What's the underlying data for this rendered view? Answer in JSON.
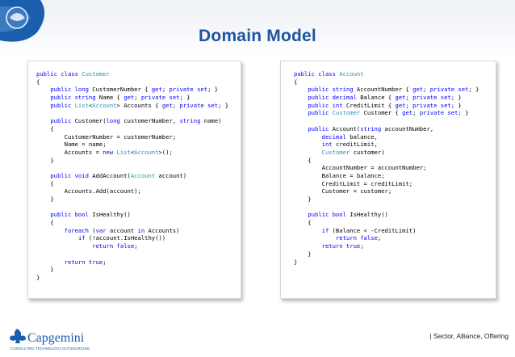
{
  "slide": {
    "title": "Domain Model",
    "footer_text": "| Sector, Alliance, Offering",
    "logo_text": "Capgemini",
    "logo_tagline": "CONSULTING.TECHNOLOGY.OUTSOURCING"
  },
  "colors": {
    "title": "#1f55a5",
    "keyword": "#0000ff",
    "type": "#2b91af",
    "logo_blue": "#1a5fae"
  },
  "customer_code": [
    [
      [
        "kw",
        "public class "
      ],
      [
        "ty",
        "Customer"
      ]
    ],
    [
      [
        "tx",
        "{"
      ]
    ],
    [
      [
        "tx",
        "    "
      ],
      [
        "kw",
        "public long "
      ],
      [
        "tx",
        "CustomerNumber { "
      ],
      [
        "kw",
        "get"
      ],
      [
        "tx",
        "; "
      ],
      [
        "kw",
        "private set"
      ],
      [
        "tx",
        "; }"
      ]
    ],
    [
      [
        "tx",
        "    "
      ],
      [
        "kw",
        "public string "
      ],
      [
        "tx",
        "Name { "
      ],
      [
        "kw",
        "get"
      ],
      [
        "tx",
        "; "
      ],
      [
        "kw",
        "private set"
      ],
      [
        "tx",
        "; }"
      ]
    ],
    [
      [
        "tx",
        "    "
      ],
      [
        "kw",
        "public "
      ],
      [
        "ty",
        "List"
      ],
      [
        "tx",
        "<"
      ],
      [
        "ty",
        "Account"
      ],
      [
        "tx",
        "> Accounts { "
      ],
      [
        "kw",
        "get"
      ],
      [
        "tx",
        "; "
      ],
      [
        "kw",
        "private set"
      ],
      [
        "tx",
        "; }"
      ]
    ],
    [
      [
        "tx",
        ""
      ]
    ],
    [
      [
        "tx",
        "    "
      ],
      [
        "kw",
        "public "
      ],
      [
        "tx",
        "Customer("
      ],
      [
        "kw",
        "long "
      ],
      [
        "tx",
        "customerNumber, "
      ],
      [
        "kw",
        "string "
      ],
      [
        "tx",
        "name)"
      ]
    ],
    [
      [
        "tx",
        "    {"
      ]
    ],
    [
      [
        "tx",
        "        CustomerNumber = customerNumber;"
      ]
    ],
    [
      [
        "tx",
        "        Name = name;"
      ]
    ],
    [
      [
        "tx",
        "        Accounts = "
      ],
      [
        "kw",
        "new "
      ],
      [
        "ty",
        "List"
      ],
      [
        "tx",
        "<"
      ],
      [
        "ty",
        "Account"
      ],
      [
        "tx",
        ">();"
      ]
    ],
    [
      [
        "tx",
        "    }"
      ]
    ],
    [
      [
        "tx",
        ""
      ]
    ],
    [
      [
        "tx",
        "    "
      ],
      [
        "kw",
        "public void "
      ],
      [
        "tx",
        "AddAccount("
      ],
      [
        "ty",
        "Account "
      ],
      [
        "tx",
        "account)"
      ]
    ],
    [
      [
        "tx",
        "    {"
      ]
    ],
    [
      [
        "tx",
        "        Accounts.Add(account);"
      ]
    ],
    [
      [
        "tx",
        "    }"
      ]
    ],
    [
      [
        "tx",
        ""
      ]
    ],
    [
      [
        "tx",
        "    "
      ],
      [
        "kw",
        "public bool "
      ],
      [
        "tx",
        "IsHealthy()"
      ]
    ],
    [
      [
        "tx",
        "    {"
      ]
    ],
    [
      [
        "tx",
        "        "
      ],
      [
        "kw",
        "foreach "
      ],
      [
        "tx",
        "("
      ],
      [
        "kw",
        "var "
      ],
      [
        "tx",
        "account "
      ],
      [
        "kw",
        "in "
      ],
      [
        "tx",
        "Accounts)"
      ]
    ],
    [
      [
        "tx",
        "            "
      ],
      [
        "kw",
        "if "
      ],
      [
        "tx",
        "(!account.IsHealthy())"
      ]
    ],
    [
      [
        "tx",
        "                "
      ],
      [
        "kw",
        "return false"
      ],
      [
        "tx",
        ";"
      ]
    ],
    [
      [
        "tx",
        ""
      ]
    ],
    [
      [
        "tx",
        "        "
      ],
      [
        "kw",
        "return true"
      ],
      [
        "tx",
        ";"
      ]
    ],
    [
      [
        "tx",
        "    }"
      ]
    ],
    [
      [
        "tx",
        "}"
      ]
    ]
  ],
  "account_code": [
    [
      [
        "kw",
        "public class "
      ],
      [
        "ty",
        "Account"
      ]
    ],
    [
      [
        "tx",
        "{"
      ]
    ],
    [
      [
        "tx",
        "    "
      ],
      [
        "kw",
        "public string "
      ],
      [
        "tx",
        "AccountNumber { "
      ],
      [
        "kw",
        "get"
      ],
      [
        "tx",
        "; "
      ],
      [
        "kw",
        "private set"
      ],
      [
        "tx",
        "; }"
      ]
    ],
    [
      [
        "tx",
        "    "
      ],
      [
        "kw",
        "public decimal "
      ],
      [
        "tx",
        "Balance { "
      ],
      [
        "kw",
        "get"
      ],
      [
        "tx",
        "; "
      ],
      [
        "kw",
        "private set"
      ],
      [
        "tx",
        "; }"
      ]
    ],
    [
      [
        "tx",
        "    "
      ],
      [
        "kw",
        "public int "
      ],
      [
        "tx",
        "CreditLimit { "
      ],
      [
        "kw",
        "get"
      ],
      [
        "tx",
        "; "
      ],
      [
        "kw",
        "private set"
      ],
      [
        "tx",
        "; }"
      ]
    ],
    [
      [
        "tx",
        "    "
      ],
      [
        "kw",
        "public "
      ],
      [
        "ty",
        "Customer "
      ],
      [
        "tx",
        "Customer { "
      ],
      [
        "kw",
        "get"
      ],
      [
        "tx",
        "; "
      ],
      [
        "kw",
        "private set"
      ],
      [
        "tx",
        "; }"
      ]
    ],
    [
      [
        "tx",
        ""
      ]
    ],
    [
      [
        "tx",
        "    "
      ],
      [
        "kw",
        "public "
      ],
      [
        "tx",
        "Account("
      ],
      [
        "kw",
        "string "
      ],
      [
        "tx",
        "accountNumber,"
      ]
    ],
    [
      [
        "tx",
        "        "
      ],
      [
        "kw",
        "decimal "
      ],
      [
        "tx",
        "balance,"
      ]
    ],
    [
      [
        "tx",
        "        "
      ],
      [
        "kw",
        "int "
      ],
      [
        "tx",
        "creditLimit,"
      ]
    ],
    [
      [
        "tx",
        "        "
      ],
      [
        "ty",
        "Customer "
      ],
      [
        "tx",
        "customer)"
      ]
    ],
    [
      [
        "tx",
        "    {"
      ]
    ],
    [
      [
        "tx",
        "        AccountNumber = accountNumber;"
      ]
    ],
    [
      [
        "tx",
        "        Balance = balance;"
      ]
    ],
    [
      [
        "tx",
        "        CreditLimit = creditLimit;"
      ]
    ],
    [
      [
        "tx",
        "        Customer = customer;"
      ]
    ],
    [
      [
        "tx",
        "    }"
      ]
    ],
    [
      [
        "tx",
        ""
      ]
    ],
    [
      [
        "tx",
        "    "
      ],
      [
        "kw",
        "public bool "
      ],
      [
        "tx",
        "IsHealthy()"
      ]
    ],
    [
      [
        "tx",
        "    {"
      ]
    ],
    [
      [
        "tx",
        "        "
      ],
      [
        "kw",
        "if "
      ],
      [
        "tx",
        "(Balance < -CreditLimit)"
      ]
    ],
    [
      [
        "tx",
        "            "
      ],
      [
        "kw",
        "return false"
      ],
      [
        "tx",
        ";"
      ]
    ],
    [
      [
        "tx",
        "        "
      ],
      [
        "kw",
        "return true"
      ],
      [
        "tx",
        ";"
      ]
    ],
    [
      [
        "tx",
        "    }"
      ]
    ],
    [
      [
        "tx",
        "}"
      ]
    ]
  ]
}
